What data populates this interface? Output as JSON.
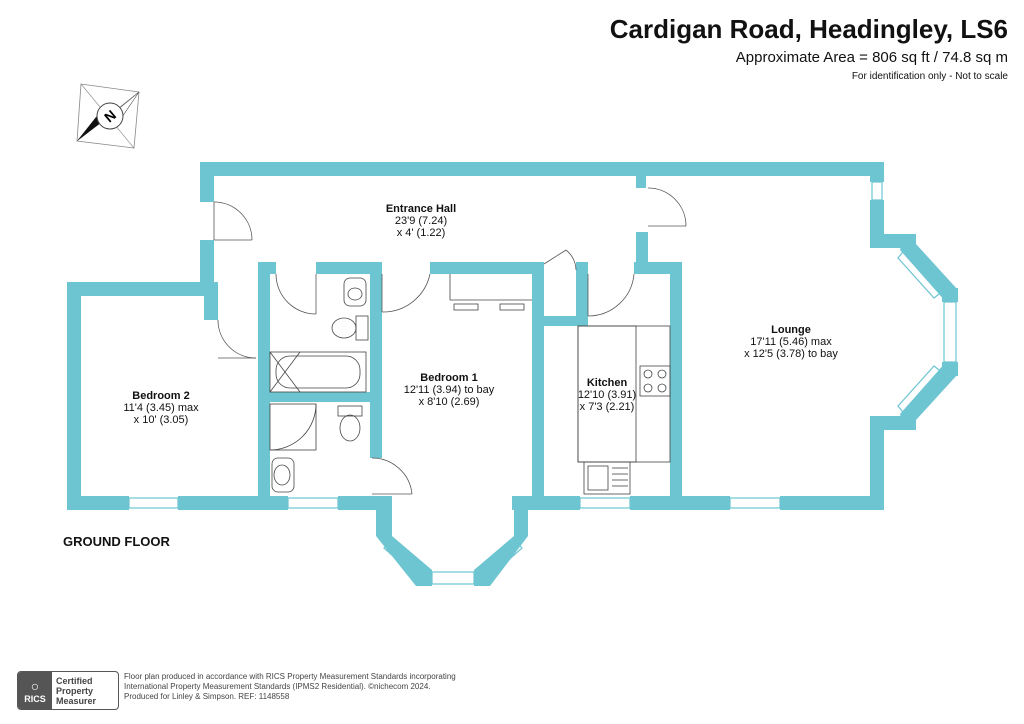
{
  "header": {
    "title": "Cardigan Road, Headingley, LS6",
    "area": "Approximate Area = 806 sq ft / 74.8 sq m",
    "disclaimer": "For identification only - Not to scale"
  },
  "floor_label": "GROUND FLOOR",
  "compass": {
    "letter": "N"
  },
  "rooms": {
    "entrance_hall": {
      "name": "Entrance Hall",
      "dim1": "23'9 (7.24)",
      "dim2": "x 4' (1.22)"
    },
    "bedroom2": {
      "name": "Bedroom 2",
      "dim1": "11'4 (3.45) max",
      "dim2": "x 10' (3.05)"
    },
    "bedroom1": {
      "name": "Bedroom 1",
      "dim1": "12'11 (3.94) to bay",
      "dim2": "x 8'10 (2.69)"
    },
    "kitchen": {
      "name": "Kitchen",
      "dim1": "12'10 (3.91)",
      "dim2": "x 7'3 (2.21)"
    },
    "lounge": {
      "name": "Lounge",
      "dim1": "17'11 (5.46) max",
      "dim2": "x 12'5 (3.78) to bay"
    }
  },
  "badge": {
    "logo": "RICS",
    "line1": "Certified",
    "line2": "Property",
    "line3": "Measurer"
  },
  "footer": {
    "line1": "Floor plan produced in accordance with RICS Property Measurement Standards incorporating",
    "line2": "International Property Measurement Standards (IPMS2 Residential). ©nichecom 2024.",
    "line3": "Produced for Linley & Simpson.   REF: 1148558"
  },
  "colors": {
    "wall": "#6cc5d1",
    "fixture": "#444444"
  }
}
